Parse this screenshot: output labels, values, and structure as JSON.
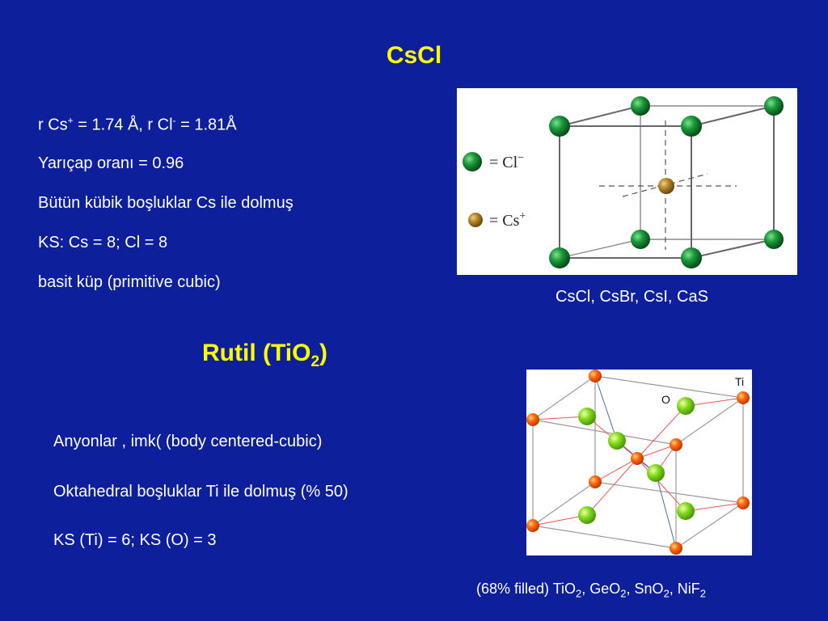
{
  "cscl": {
    "title": "CsCl",
    "lines": {
      "r_cs_a": "r Cs",
      "r_cs_sup": "+",
      "r_cs_b": " = 1.74 Å, r Cl",
      "r_cl_sup": "-",
      "r_cl_b": " = 1.81Å",
      "ratio": "Yarıçap oranı = 0.96",
      "filled": "Bütün kübik boşluklar Cs ile dolmuş",
      "ks": "KS: Cs = 8; Cl = 8",
      "type": "basit küp (primitive cubic)"
    },
    "legend": {
      "cl": "= Cl",
      "cl_sup": "−",
      "cs": "= Cs",
      "cs_sup": "+"
    },
    "caption": "CsCl, CsBr, CsI, CaS",
    "colors": {
      "cl_atom": "#1a9a3a",
      "cs_atom": "#b8862a"
    }
  },
  "rutil": {
    "title_a": "Rutil (TiO",
    "title_sub": "2",
    "title_b": ")",
    "lines": {
      "anion": "Anyonlar , imk( (body centered-cubic)",
      "octa": "Oktahedral boşluklar Ti ile dolmuş (% 50)",
      "ks": "KS (Ti) = 6;  KS (O) = 3"
    },
    "labels": {
      "ti": "Ti",
      "o": "O"
    },
    "caption": {
      "a": "(68% filled)  TiO",
      "s1": "2",
      "b": ", GeO",
      "s2": "2",
      "c": ", SnO",
      "s3": "2",
      "d": ", NiF",
      "s4": "2"
    },
    "colors": {
      "ti_atom": "#ff6a10",
      "o_atom": "#88dd22"
    }
  },
  "colors": {
    "background": "#0d1f9a",
    "title": "#ffff00",
    "text": "#ffffff"
  }
}
